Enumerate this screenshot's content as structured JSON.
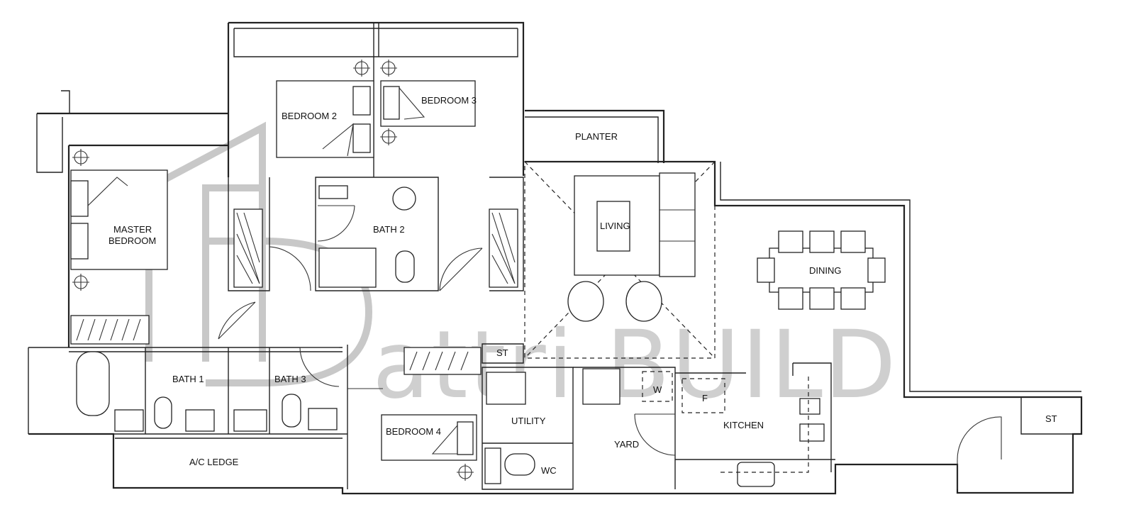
{
  "rooms": {
    "bedroom2": "BEDROOM 2",
    "bedroom3": "BEDROOM 3",
    "planter": "PLANTER",
    "master": [
      "MASTER",
      "BEDROOM"
    ],
    "bath2": "BATH 2",
    "living": "LIVING",
    "dining": "DINING",
    "bath1": "BATH 1",
    "bath3": "BATH 3",
    "st1": "ST",
    "utility": "UTILITY",
    "bedroom4": "BEDROOM 4",
    "yard": "YARD",
    "kitchen": "KITCHEN",
    "wc": "WC",
    "st2": "ST",
    "ac_ledge": "A/C LEDGE",
    "w": "W",
    "f": "F"
  },
  "watermark": "attri.BUILD",
  "colors": {
    "line": "#222222",
    "watermark": "#cfcfcf",
    "background": "#ffffff"
  }
}
